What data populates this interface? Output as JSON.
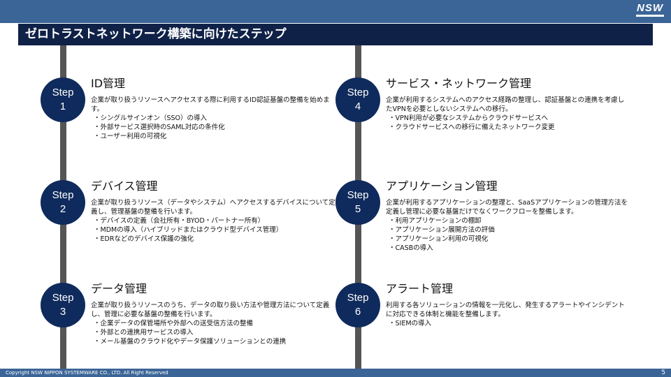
{
  "logo": {
    "text": "NSW"
  },
  "title": "ゼロトラストネットワーク構築に向けたステップ",
  "steps": [
    {
      "label": "Step",
      "num": "1",
      "heading": "ID管理",
      "desc": "企業が取り扱うリソースへアクセスする際に利用するID認証基盤の整備を始めます。",
      "items": [
        "・シングルサインオン（SSO）の導入",
        "・外部サービス選択時のSAML対応の条件化",
        "・ユーザー利用の可視化"
      ]
    },
    {
      "label": "Step",
      "num": "2",
      "heading": "デバイス管理",
      "desc": "企業が取り扱うリソース（データやシステム）へアクセスするデバイスについて定義し、管理基盤の整備を行います。",
      "items": [
        "・デバイスの定義（会社所有・BYOD・パートナー所有）",
        "・MDMの導入（ハイブリッドまたはクラウド型デバイス管理）",
        "・EDRなどのデバイス保護の強化"
      ]
    },
    {
      "label": "Step",
      "num": "3",
      "heading": "データ管理",
      "desc": "企業が取り扱うリソースのうち、データの取り扱い方法や管理方法について定義し、管理に必要な基盤の整備を行います。",
      "items": [
        "・企業データの保管場所や外部への送受信方法の整備",
        "・外部との連携用サービスの導入",
        "・メール基盤のクラウド化やデータ保護ソリューションとの連携"
      ]
    },
    {
      "label": "Step",
      "num": "4",
      "heading": "サービス・ネットワーク管理",
      "desc": "企業が利用するシステムへのアクセス経路の整理し、認証基盤との連携を考慮したVPNを必要としないシステムへの移行。",
      "items": [
        "・VPN利用が必要なシステムからクラウドサービスへ",
        "・クラウドサービスへの移行に備えたネットワーク変更"
      ]
    },
    {
      "label": "Step",
      "num": "5",
      "heading": "アプリケーション管理",
      "desc": "企業が利用するアプリケーションの整理と、SaaSアプリケーションの管理方法を定義し管理に必要な基盤だけでなくワークフローを整備します。",
      "items": [
        "・利用アプリケーションの棚卸",
        "・アプリケーション展開方法の評価",
        "・アプリケーション利用の可視化",
        "・CASBの導入"
      ]
    },
    {
      "label": "Step",
      "num": "6",
      "heading": "アラート管理",
      "desc": "利用する各ソリューションの情報を一元化し、発生するアラートやインシデントに対応できる体制と機能を整備します。",
      "items": [
        "・SIEMの導入"
      ]
    }
  ],
  "footer": {
    "copyright": "Copyright NSW NIPPON SYSTEMWARE CO., LTD. All Right Reserved",
    "page": "5"
  }
}
